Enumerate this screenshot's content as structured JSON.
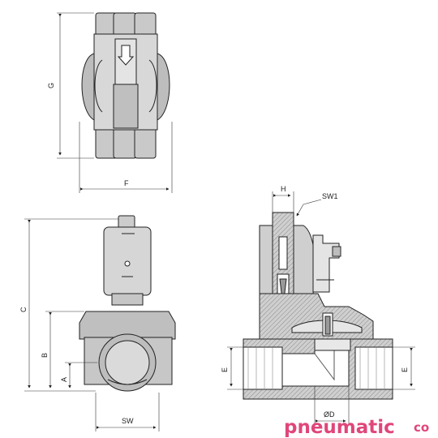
{
  "dimensions": {
    "G": "G",
    "F": "F",
    "C": "C",
    "B": "B",
    "A": "A",
    "SW": "SW",
    "H": "H",
    "SW1": "SW1",
    "E_left": "E",
    "E_right": "E",
    "D": "ØD"
  },
  "logo": {
    "main": "pneumatic",
    "suffix": "co",
    "color": "#e0467a"
  }
}
